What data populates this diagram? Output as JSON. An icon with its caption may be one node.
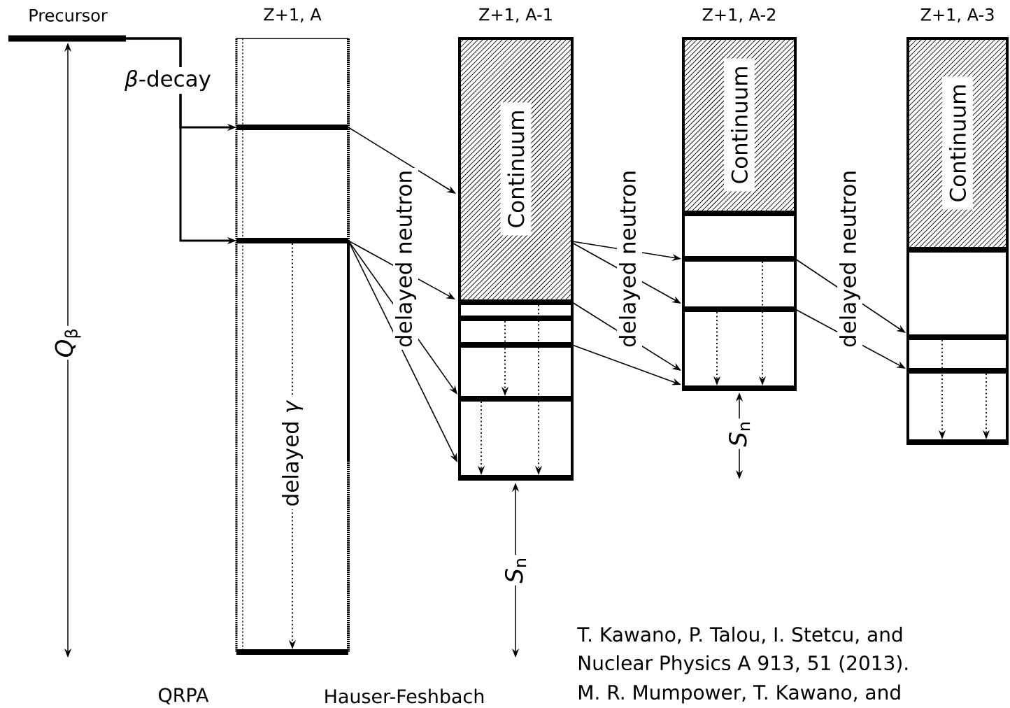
{
  "diagram": {
    "nodes": [
      {
        "text": [
          "Precursor"
        ]
      },
      {
        "text": [
          "Z+1, A"
        ]
      },
      {
        "text": [],
        "shape": "bar",
        "in": 1
      },
      {
        "text": [],
        "shape": "bar",
        "in": 1
      },
      {
        "text": [],
        "shape": "bar",
        "in": 1
      },
      {
        "text": [
          "Z+1, A-1"
        ]
      },
      {
        "text": [
          "Continuum"
        ],
        "in": 5
      },
      {
        "text": [],
        "shape": "bar",
        "in": 5
      },
      {
        "text": [],
        "shape": "bar",
        "in": 5
      },
      {
        "text": [],
        "shape": "bar",
        "in": 5
      },
      {
        "text": [],
        "shape": "bar",
        "in": 5
      },
      {
        "text": [],
        "shape": "bar",
        "in": 5
      },
      {
        "text": [
          "Z+1, A-2"
        ]
      },
      {
        "text": [
          "Continuum"
        ],
        "in": 12
      },
      {
        "text": [],
        "shape": "bar",
        "in": 12
      },
      {
        "text": [],
        "shape": "bar",
        "in": 12
      },
      {
        "text": [],
        "shape": "bar",
        "in": 12
      },
      {
        "text": [],
        "shape": "bar",
        "in": 12
      },
      {
        "text": [
          "Z+1, A-3"
        ]
      },
      {
        "text": [
          "Continuum"
        ],
        "in": 18
      },
      {
        "text": [],
        "shape": "bar",
        "in": 18
      },
      {
        "text": [],
        "shape": "bar",
        "in": 18
      },
      {
        "text": [],
        "shape": "bar",
        "in": 18
      },
      {
        "text": [],
        "shape": "bar",
        "in": 18
      }
    ],
    "edges": [
      {
        "from": 0,
        "to": 2,
        "arrow": "to",
        "label": "*β*-decay"
      },
      {
        "from": 0,
        "to": 3,
        "arrow": "to"
      },
      {
        "from": 3,
        "to": 4,
        "arrow": "to",
        "style": "dashed",
        "label": "delayed *γ*"
      },
      {
        "from": 2,
        "to": 6,
        "arrow": "to"
      },
      {
        "from": 3,
        "to": 7,
        "arrow": "to"
      },
      {
        "from": 3,
        "to": 10,
        "arrow": "to"
      },
      {
        "from": 3,
        "to": 11,
        "arrow": "to"
      },
      {
        "from": 8,
        "to": 10,
        "arrow": "to",
        "style": "dashed"
      },
      {
        "from": 7,
        "to": 11,
        "arrow": "to",
        "style": "dashed"
      },
      {
        "from": 10,
        "to": 11,
        "arrow": "to",
        "style": "dashed"
      },
      {
        "from": 6,
        "to": 15,
        "arrow": "to"
      },
      {
        "from": 6,
        "to": 16,
        "arrow": "to"
      },
      {
        "from": 7,
        "to": 17,
        "arrow": "to"
      },
      {
        "from": 9,
        "to": 17,
        "arrow": "to"
      },
      {
        "from": 15,
        "to": 17,
        "arrow": "to",
        "style": "dashed"
      },
      {
        "from": 16,
        "to": 17,
        "arrow": "to",
        "style": "dashed"
      },
      {
        "from": 15,
        "to": 21,
        "arrow": "to"
      },
      {
        "from": 16,
        "to": 22,
        "arrow": "to"
      },
      {
        "from": 21,
        "to": 23,
        "arrow": "to",
        "style": "dashed"
      },
      {
        "from": 22,
        "to": 23,
        "arrow": "to",
        "style": "dashed"
      }
    ],
    "labels": [
      "delayed neutron",
      "delayed neutron",
      "delayed neutron",
      "*Q*$_{β}$",
      "*S*$_{n}$",
      "*S*$_{n}$",
      "QRPA",
      "Hauser-Feshbach",
      "T. Kawano, P. Talou, I. Stetcu, and",
      "Nuclear Physics A 913, 51 (2013).",
      "M. R. Mumpower, T. Kawano, and"
    ]
  }
}
